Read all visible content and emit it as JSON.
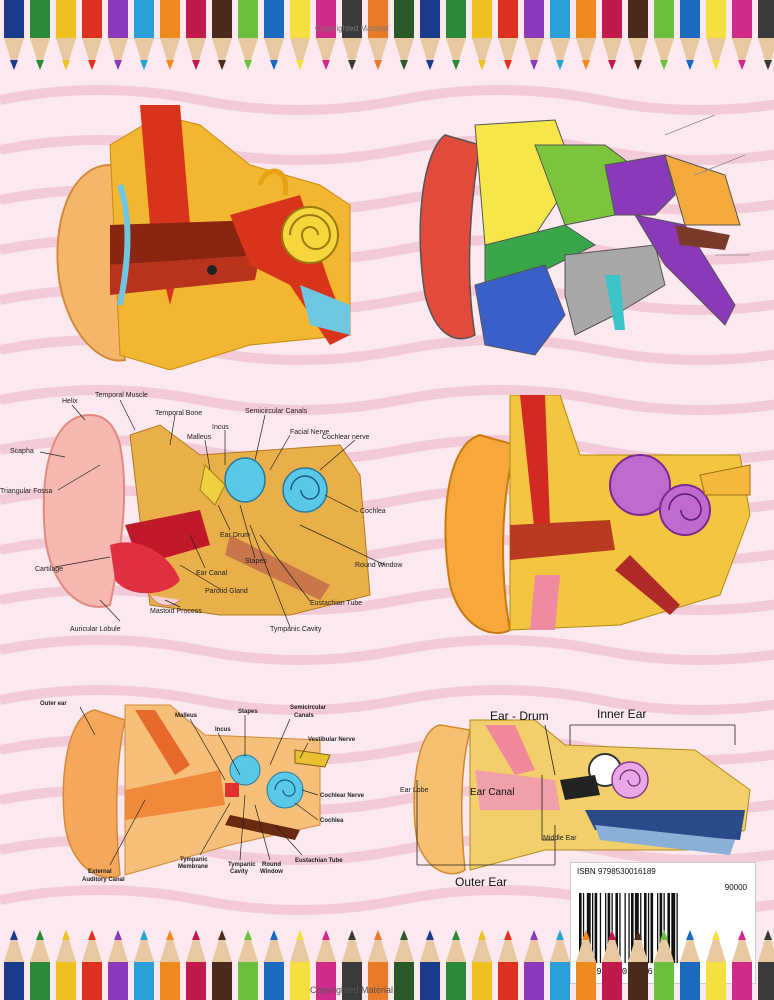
{
  "diagram3": {
    "helix": "Helix",
    "temporal_muscle": "Temporal Muscle",
    "temporal_bone": "Temporal Bone",
    "semicircular": "Semicircular Canals",
    "incus": "Incus",
    "malleus": "Malleus",
    "facial_nerve": "Facial Nerve",
    "cochlear_nerve": "Cochlear nerve",
    "scapha": "Scapha",
    "triangular_fossa": "Triangular Fossa",
    "cochlea": "Cochlea",
    "ear_drum": "Ear Drum",
    "round_window": "Round Window",
    "cartilage": "Cartilage",
    "ear_canal": "Ear Canal",
    "stapes": "Stapes",
    "eustachian_tube": "Eustachian Tube",
    "parotid_gland": "Parotid Gland",
    "mastoid_process": "Mastoid Process",
    "tympanic_cavity": "Tympanic Cavity",
    "auricular_lobule": "Auricular Lobule"
  },
  "diagram5": {
    "outer_ear": "Outer ear",
    "malleus": "Malleus",
    "stapes": "Stapes",
    "semicircular": "Semicircular",
    "canals": "Canals",
    "incus": "Incus",
    "vestibular_nerve": "Vestibular Nerve",
    "cochlear_nerve": "Cochlear Nerve",
    "cochlea": "Cochlea",
    "eustachian_tube": "Eustachian Tube",
    "tympanic": "Tympanic",
    "membrane": "Membrane",
    "tympanic2": "Tympanic",
    "cavity": "Cavity",
    "round": "Round",
    "window": "Window",
    "external": "External",
    "auditory_canal": "Auditory Canal"
  },
  "diagram6": {
    "ear_drum": "Ear - Drum",
    "inner_ear": "Inner Ear",
    "ear_lobe": "Ear Lobe",
    "ear_canal": "Ear Canal",
    "middle_ear": "Middle Ear",
    "outer_ear": "Outer Ear"
  },
  "barcode": {
    "isbn_label": "ISBN 9798530016189",
    "price_code": "90000",
    "digits": "9 798530 016189"
  },
  "footer": {
    "copyright": "Copyrighted Material"
  },
  "header": {
    "copyright": "Copyrighted Material"
  },
  "colors": {
    "background": "#fbe9ef",
    "wave": "#f3c7d6"
  }
}
